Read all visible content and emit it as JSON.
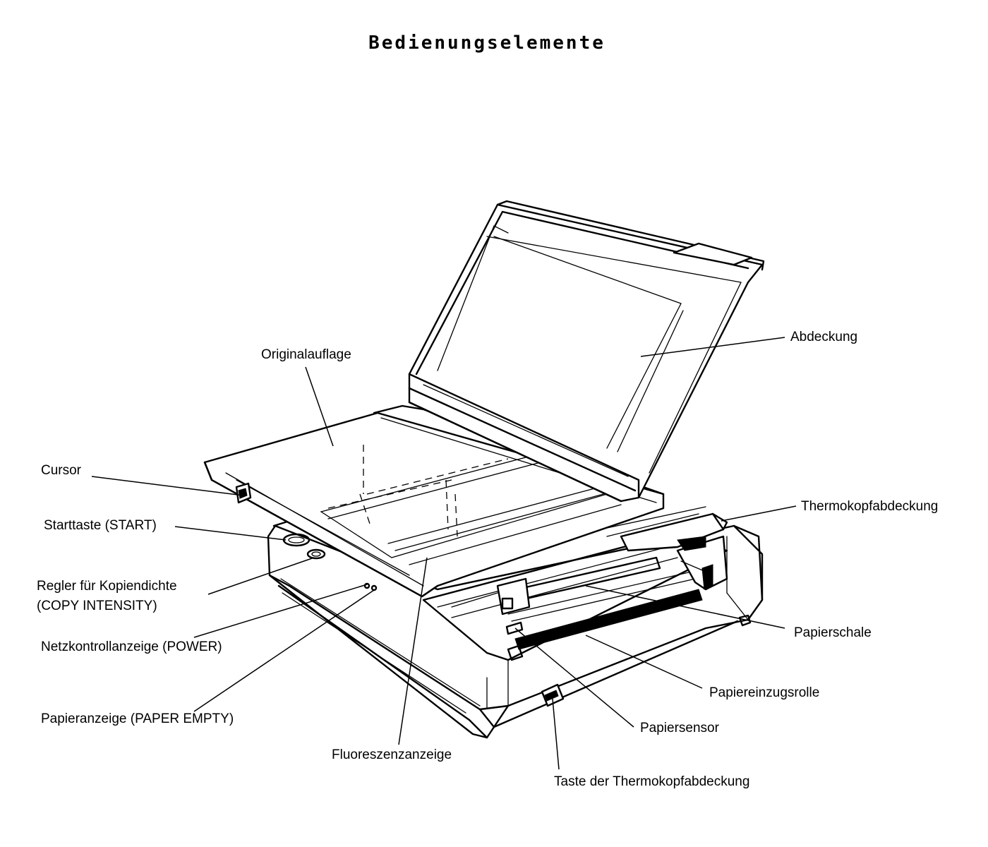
{
  "title": "Bedienungselemente",
  "labels": {
    "abdeckung": "Abdeckung",
    "originalauflage": "Originalauflage",
    "cursor": "Cursor",
    "starttaste": "Starttaste (START)",
    "regler_line1": "Regler für Kopiendichte",
    "regler_line2": "(COPY INTENSITY)",
    "netzkontrollanzeige": "Netzkontrollanzeige (POWER)",
    "papieranzeige": "Papieranzeige (PAPER EMPTY)",
    "fluoreszenzanzeige": "Fluoreszenzanzeige",
    "thermokopfabdeckung": "Thermokopfabdeckung",
    "papierschale": "Papierschale",
    "papiereinzugsrolle": "Papiereinzugsrolle",
    "papiersensor": "Papiersensor",
    "taste_thermokopfabdeckung": "Taste der Thermokopfabdeckung"
  }
}
